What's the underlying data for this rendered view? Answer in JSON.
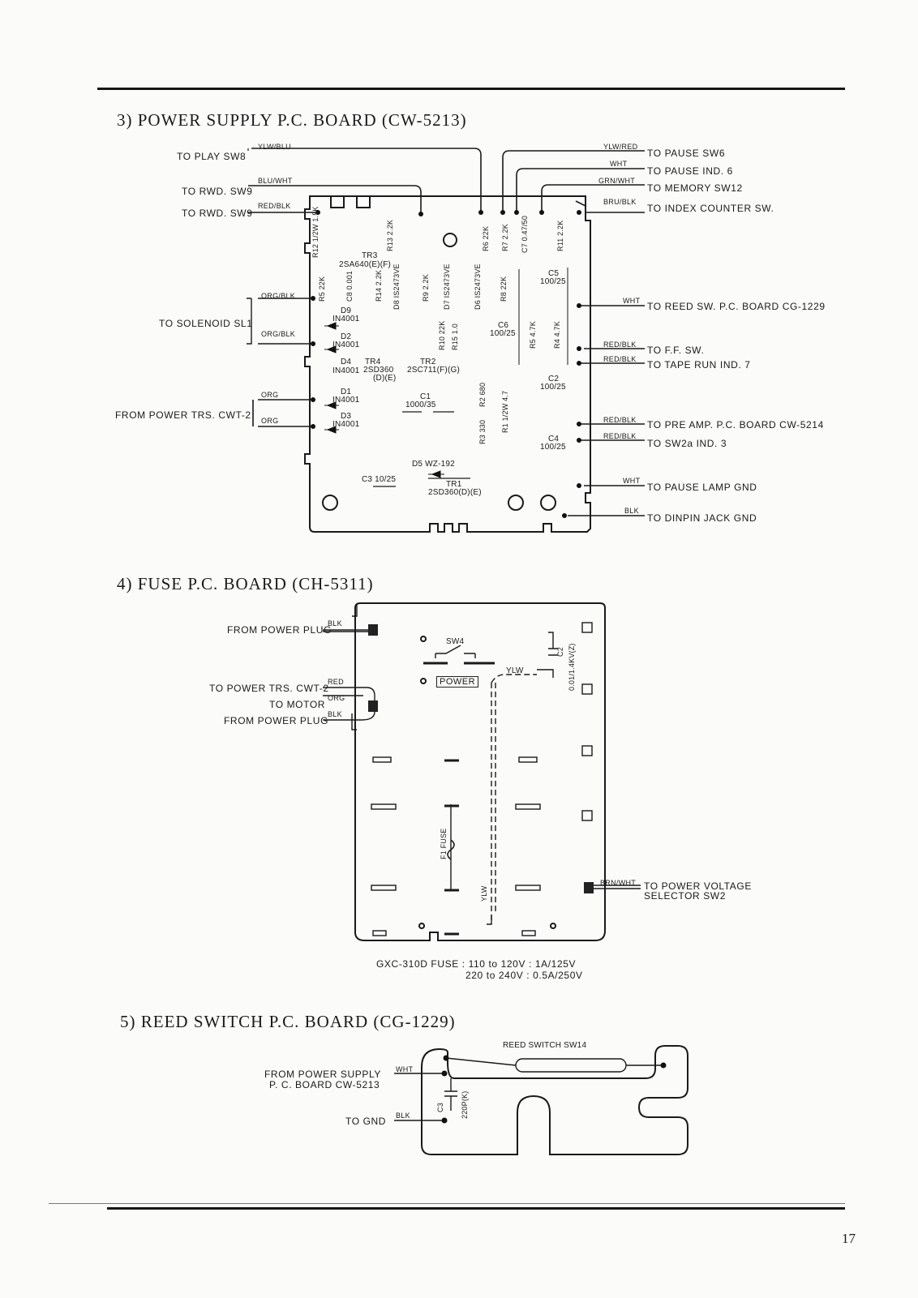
{
  "header_rule": true,
  "page_number": "17",
  "section3": {
    "title": "3)  POWER SUPPLY P.C. BOARD  (CW-5213)",
    "left_labels": [
      "TO PLAY SW8",
      "TO RWD. SW9",
      "TO RWD. SW9",
      "TO SOLENOID SL1",
      "FROM POWER TRS. CWT-2"
    ],
    "left_wires": [
      "YLW/BLU",
      "BLU/WHT",
      "RED/BLK",
      "ORG/BLK",
      "ORG/BLK",
      "ORG",
      "ORG"
    ],
    "right_labels": [
      "TO PAUSE SW6",
      "TO PAUSE IND. 6",
      "TO MEMORY SW12",
      "TO INDEX COUNTER SW.",
      "TO REED SW. P.C. BOARD CG-1229",
      "TO F.F. SW.",
      "TO TAPE RUN IND. 7",
      "TO PRE AMP. P.C. BOARD CW-5214",
      "TO SW2a IND. 3",
      "TO PAUSE LAMP GND",
      "TO DINPIN JACK GND"
    ],
    "right_wires": [
      "YLW/RED",
      "WHT",
      "GRN/WHT",
      "BRU/BLK",
      "WHT",
      "RED/BLK",
      "RED/BLK",
      "RED/BLK",
      "RED/BLK",
      "WHT",
      "BLK"
    ],
    "components": {
      "tr3": "TR3",
      "tr3_type": "2SA640(E)(F)",
      "d9": "D9",
      "d9_type": "IN4001",
      "d2": "D2",
      "d2_type": "IN4001",
      "d4": "D4",
      "d4_type": "IN4001",
      "d1": "D1",
      "d1_type": "IN4001",
      "d3": "D3",
      "d3_type": "IN4001",
      "tr4": "TR4",
      "tr4_type": "2SD360",
      "tr4_rank": "(D)(E)",
      "tr2": "TR2",
      "tr2_type": "2SC711(F)(G)",
      "c1": "C1",
      "c1_val": "1000/35",
      "c6": "C6",
      "c6_val": "100/25",
      "c5": "C5",
      "c5_val": "100/25",
      "c2": "C2",
      "c2_val": "100/25",
      "c4": "C4",
      "c4_val": "100/25",
      "c3": "C3 10/25",
      "d5": "D5 WZ-192",
      "tr1": "TR1",
      "tr1_type": "2SD360(D)(E)",
      "r12": "R12 1/2W 1.5K",
      "r13": "R13 2.2K",
      "r5": "R5 22K",
      "c8": "C8 0.001",
      "r14": "R14 2.2K",
      "d8": "D8 IS2473VE",
      "r9": "R9 2.2K",
      "d7": "D7 IS2473VE",
      "d6": "D6 IS2473VE",
      "r8": "R8 22K",
      "r6": "R6 22K",
      "r7": "R7 2.2K",
      "c7": "C7 0.47/50",
      "r11": "R11 2.2K",
      "r10": "R10 22K",
      "r15": "R15 1.0",
      "r5b": "R5 4.7K",
      "r4": "R4 4.7K",
      "r2": "R2 680",
      "r1": "R1 1/2W 4.7",
      "r3": "R3 330"
    }
  },
  "section4": {
    "title": "4)  FUSE P.C. BOARD  (CH-5311)",
    "left_labels": [
      "FROM POWER PLUG",
      "TO POWER TRS. CWT-2",
      "TO MOTOR",
      "FROM POWER PLUG"
    ],
    "left_wires": [
      "BLK",
      "RED",
      "ORG",
      "BLK"
    ],
    "sw4": "SW4",
    "power": "POWER",
    "ylw1": "YLW",
    "ylw2": "YLW",
    "c2": "C2",
    "c2_val": "0.01/1.4KV(Z)",
    "fuse": "F1 FUSE",
    "right_wire": "BRN/WHT",
    "right_label_1": "TO POWER VOLTAGE",
    "right_label_2": "SELECTOR SW2",
    "note_1": "GXC-310D FUSE : 110 to 120V : 1A/125V",
    "note_2": "220 to 240V : 0.5A/250V"
  },
  "section5": {
    "title": "5)  REED SWITCH P.C. BOARD  (CG-1229)",
    "reed": "REED SWITCH SW14",
    "from_1": "FROM POWER SUPPLY",
    "from_2": "P. C. BOARD CW-5213",
    "wht": "WHT",
    "gnd": "TO GND",
    "blk": "BLK",
    "c3": "C3",
    "c3_val": "220P(K)"
  }
}
